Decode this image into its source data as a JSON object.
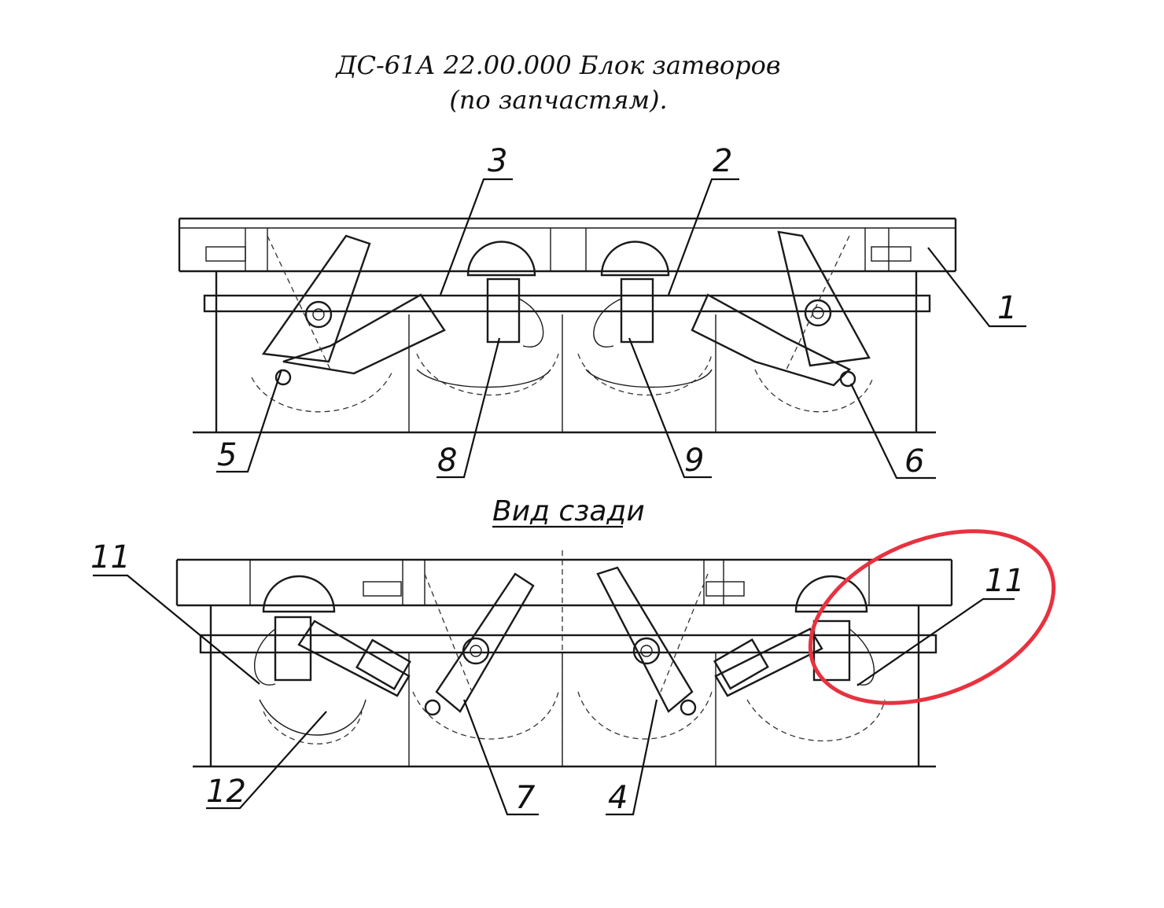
{
  "title": {
    "line1": "ДС-61А 22.00.000 Блок затворов",
    "line2": "(по запчастям)."
  },
  "view_label": "Вид сзади",
  "callouts_top": [
    "1",
    "2",
    "3",
    "5",
    "6",
    "8",
    "9"
  ],
  "callouts_bottom": [
    "11",
    "11",
    "12",
    "7",
    "4"
  ],
  "highlight": {
    "color": "#e8323f",
    "target_callout": "11"
  },
  "colors": {
    "line": "#1a1a1a",
    "background": "#ffffff"
  }
}
